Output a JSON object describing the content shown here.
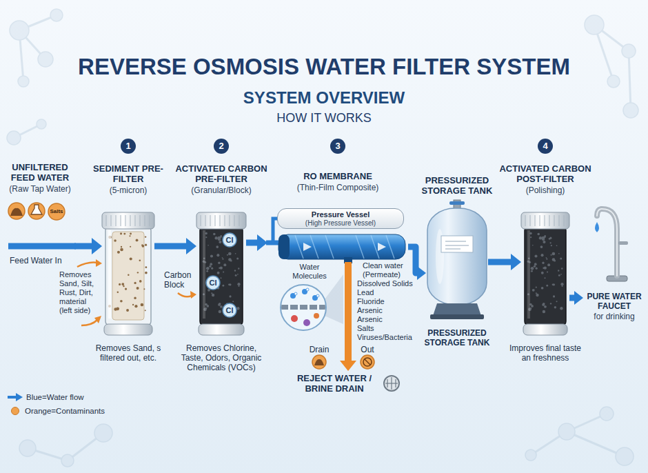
{
  "diagram": {
    "title": "REVERSE OSMOSIS WATER FILTER SYSTEM",
    "nodes": [
      {
        "text": [
          "UNFILTERED FEED WATER",
          "(Raw Tap Water)"
        ]
      },
      {
        "text": [
          "SEDIMENT PRE-FILTER",
          "(5-micron)"
        ]
      },
      {
        "text": [
          "ACTIVATED CARBON PRE-FILTER",
          "(Granular/Block)"
        ]
      },
      {
        "text": [
          "RO MEMBRANE",
          "(Thin-Film Composite)"
        ]
      },
      {
        "text": [
          "Pressure Vessel",
          "(High Pressure Vessel)"
        ],
        "in": 3
      },
      {
        "text": [
          "PRESSURIZED STORAGE TANK"
        ]
      },
      {
        "text": [
          "ACTIVATED CARBON POST-FILTER",
          "(Polishing)"
        ]
      },
      {
        "text": [
          "PURE WATER FAUCET",
          "for drinking"
        ]
      },
      {
        "text": [
          "REJECT WATER / BRINE DRAIN"
        ]
      }
    ],
    "edges": [
      {
        "from": 0,
        "to": 1,
        "arrow": "to"
      },
      {
        "from": 1,
        "to": 2,
        "arrow": "to"
      },
      {
        "from": 2,
        "to": 3,
        "arrow": "to"
      },
      {
        "from": 3,
        "to": 5,
        "arrow": "to"
      },
      {
        "from": 3,
        "to": 8,
        "arrow": "to"
      },
      {
        "from": 5,
        "to": 6,
        "arrow": "to"
      },
      {
        "from": 6,
        "to": 7,
        "arrow": "to"
      }
    ],
    "labels": [
      "1",
      "2",
      "3",
      "4",
      "SYSTEM OVERVIEW",
      "HOW IT WORKS",
      "Salts",
      "Feed Water In",
      "Removes Sand, Silt, Rust, Dirt, material (left side)",
      "Removes Sand, s filtered out, etc.",
      "Carbon Block",
      "Cl",
      "Cl",
      "Cl",
      "Removes Chlorine, Taste, Odors, Organic Chemicals (VOCs)",
      "Water Molecules",
      "Clean water (Permeate)",
      "Dissolved Solids",
      "Lead",
      "Fluoride",
      "Arsenic",
      "Arsenic",
      "Salts",
      "Viruses/Bacteria",
      "Drain",
      "Out",
      "PRESSURIZED STORAGE TANK",
      "Improves final taste an freshness"
    ],
    "legend": [
      {
        "text": "Blue=Water flow"
      },
      {
        "text": "Orange=Contaminants",
        "color": "#f0a24e"
      }
    ]
  }
}
